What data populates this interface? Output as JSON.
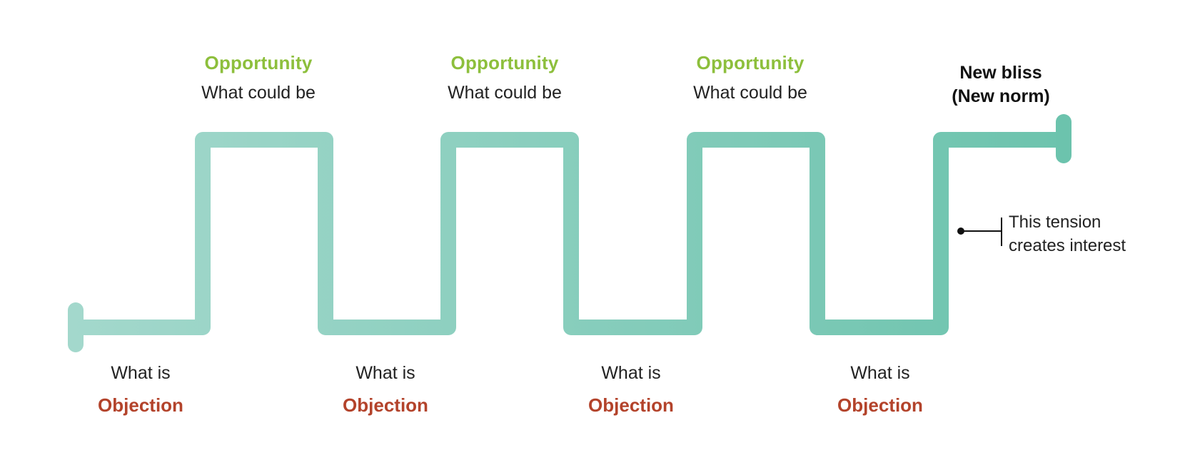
{
  "colors": {
    "path_start": "#a3d8cc",
    "path_end": "#6cc3ad",
    "opportunity": "#8dbf3c",
    "objection": "#b3432b",
    "text": "#222222"
  },
  "opportunities": [
    {
      "title": "Opportunity",
      "subtitle": "What could be"
    },
    {
      "title": "Opportunity",
      "subtitle": "What could be"
    },
    {
      "title": "Opportunity",
      "subtitle": "What could be"
    }
  ],
  "objections": [
    {
      "subtitle": "What is",
      "title": "Objection"
    },
    {
      "subtitle": "What is",
      "title": "Objection"
    },
    {
      "subtitle": "What is",
      "title": "Objection"
    },
    {
      "subtitle": "What is",
      "title": "Objection"
    }
  ],
  "end_label": {
    "line1": "New bliss",
    "line2": "(New norm)"
  },
  "annotation": {
    "line1": "This tension",
    "line2": "creates interest"
  }
}
